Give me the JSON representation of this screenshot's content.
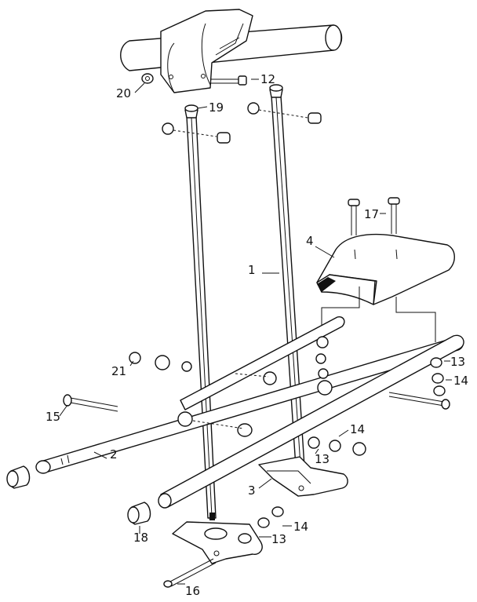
{
  "diagram": {
    "callouts": [
      "1",
      "2",
      "3",
      "4",
      "12",
      "13",
      "13",
      "13",
      "14",
      "14",
      "14",
      "15",
      "16",
      "17",
      "18",
      "19",
      "20",
      "21"
    ]
  }
}
